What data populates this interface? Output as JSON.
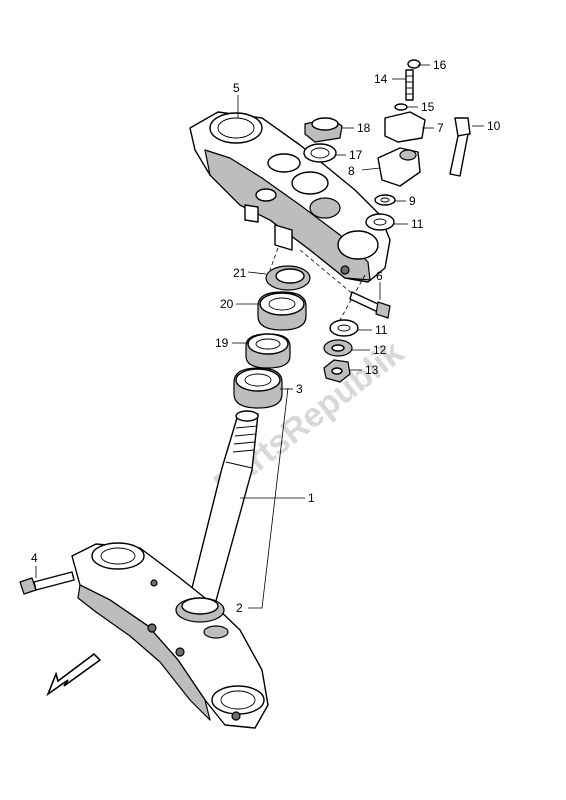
{
  "watermark": "PartsRepublik",
  "callouts": {
    "c1": "1",
    "c2": "2",
    "c3": "3",
    "c4": "4",
    "c5": "5",
    "c6": "6",
    "c7": "7",
    "c8": "8",
    "c9": "9",
    "c10": "10",
    "c11a": "11",
    "c11b": "11",
    "c12": "12",
    "c13": "13",
    "c14": "14",
    "c15": "15",
    "c16": "16",
    "c17": "17",
    "c18": "18",
    "c19": "19",
    "c20": "20",
    "c21": "21"
  },
  "icons": {
    "front_arrow": "front-direction-arrow"
  }
}
